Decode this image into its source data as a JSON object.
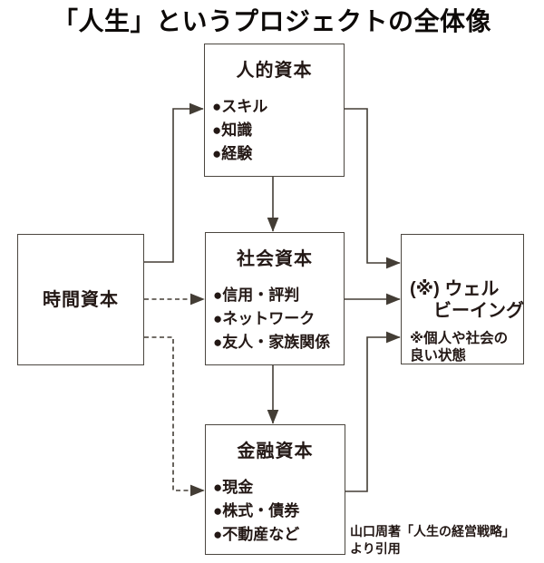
{
  "title": "「人生」というプロジェクトの全体像",
  "boxes": {
    "time": {
      "label": "時間資本"
    },
    "human": {
      "label": "人的資本",
      "items": [
        "●スキル",
        "●知識",
        "●経験"
      ]
    },
    "social": {
      "label": "社会資本",
      "items": [
        "●信用・評判",
        "●ネットワーク",
        "●友人・家族関係"
      ]
    },
    "financial": {
      "label": "金融資本",
      "items": [
        "●現金",
        "●株式・債券",
        "●不動産など"
      ]
    },
    "wellbeing": {
      "label_line1": "(※) ウェル",
      "label_line2": "ビーイング",
      "note_line1": "※個人や社会の",
      "note_line2": "良い状態"
    }
  },
  "attribution": {
    "line1": "山口周著「人生の経営戦略」",
    "line2": "より引用"
  },
  "connections": [
    {
      "from": "時間資本",
      "to": "人的資本",
      "style": "solid"
    },
    {
      "from": "時間資本",
      "to": "社会資本",
      "style": "dashed"
    },
    {
      "from": "時間資本",
      "to": "金融資本",
      "style": "dashed"
    },
    {
      "from": "人的資本",
      "to": "社会資本",
      "style": "solid"
    },
    {
      "from": "社会資本",
      "to": "金融資本",
      "style": "solid"
    },
    {
      "from": "人的資本",
      "to": "ウェルビーイング",
      "style": "solid"
    },
    {
      "from": "社会資本",
      "to": "ウェルビーイング",
      "style": "solid"
    },
    {
      "from": "金融資本",
      "to": "ウェルビーイング",
      "style": "solid"
    }
  ],
  "colors": {
    "text": "#231815",
    "line": "#433d35",
    "background": "#ffffff"
  }
}
